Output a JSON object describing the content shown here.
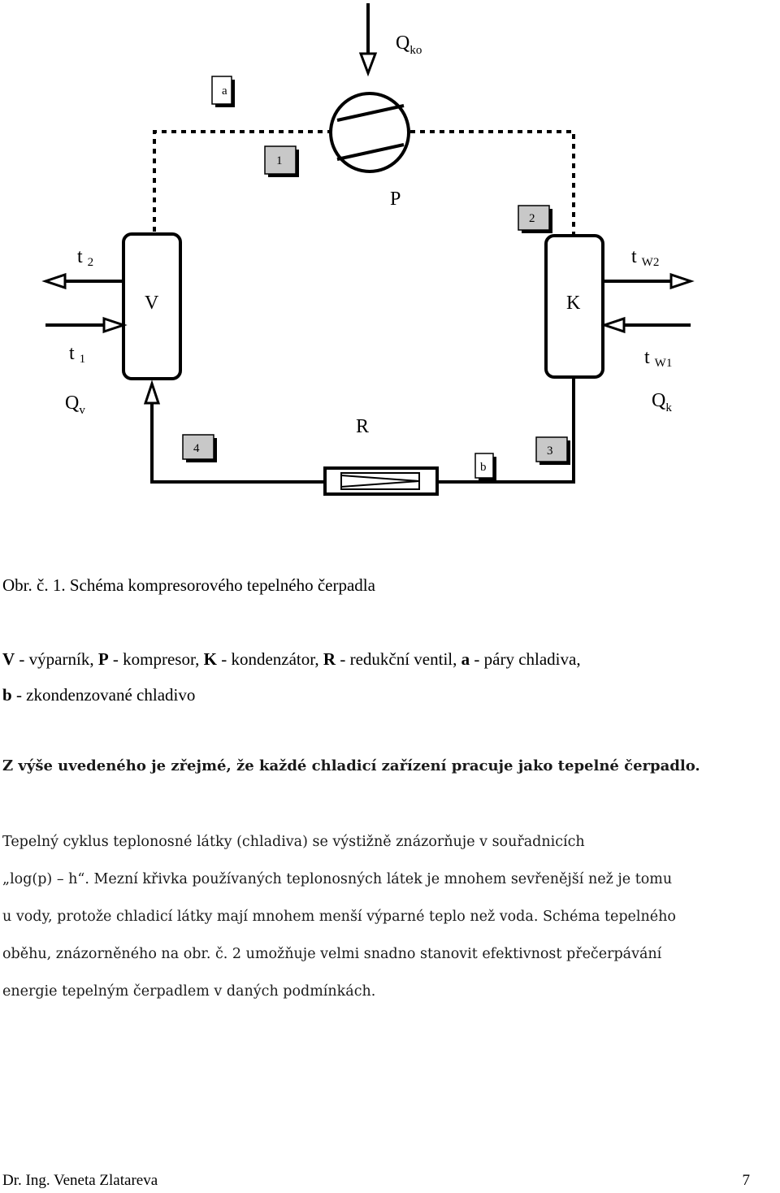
{
  "diagram": {
    "heat_top": {
      "main": "Q",
      "sub": "ko"
    },
    "heat_left": {
      "main": "Q",
      "sub": "v"
    },
    "heat_right": {
      "main": "Q",
      "sub": "k"
    },
    "label_a": "a",
    "label_b": "b",
    "compressor_label": "P",
    "evaporator_label": "V",
    "condenser_label": "K",
    "valve_label": "R",
    "box_1": "1",
    "box_2": "2",
    "box_3": "3",
    "box_4": "4",
    "t2": {
      "main": "t",
      "sub": "2"
    },
    "t1": {
      "main": "t",
      "sub": "1"
    },
    "tw2": {
      "main": "t",
      "sub": "W2"
    },
    "tw1": {
      "main": "t",
      "sub": "W1"
    }
  },
  "caption": "Obr. č. 1. Schéma kompresorového tepelného čerpadla",
  "legend": {
    "v_key": "V",
    "v_text": " - výparník, ",
    "p_key": "P",
    "p_text": " - kompresor, ",
    "k_key": "K",
    "k_text": " - kondenzátor, ",
    "r_key": "R",
    "r_text": " - redukční ventil, ",
    "a_key": "a",
    "a_text": " - páry chladiva,",
    "b_key": "b",
    "b_text": " - zkondenzované chladivo"
  },
  "conclusion": "Z výše uvedeného je zřejmé, že každé chladicí zařízení pracuje jako tepelné čerpadlo.",
  "paragraph": {
    "line1": "Tepelný cyklus teplonosné látky (chladiva) se výstižně znázorňuje v souřadnicích",
    "line2": "„log(p) – h“. Mezní křivka používaných teplonosných látek je mnohem sevřenější než je tomu",
    "line3": "u vody, protože chladicí látky mají mnohem menší výparné teplo než voda. Schéma tepelného",
    "line4": "oběhu, znázorněného  na obr. č. 2 umožňuje velmi snadno stanovit efektivnost přečerpávání",
    "line5": "energie tepelným čerpadlem v daných podmínkách."
  },
  "footer": {
    "author": "Dr. Ing. Veneta Zlatareva",
    "page": "7"
  }
}
